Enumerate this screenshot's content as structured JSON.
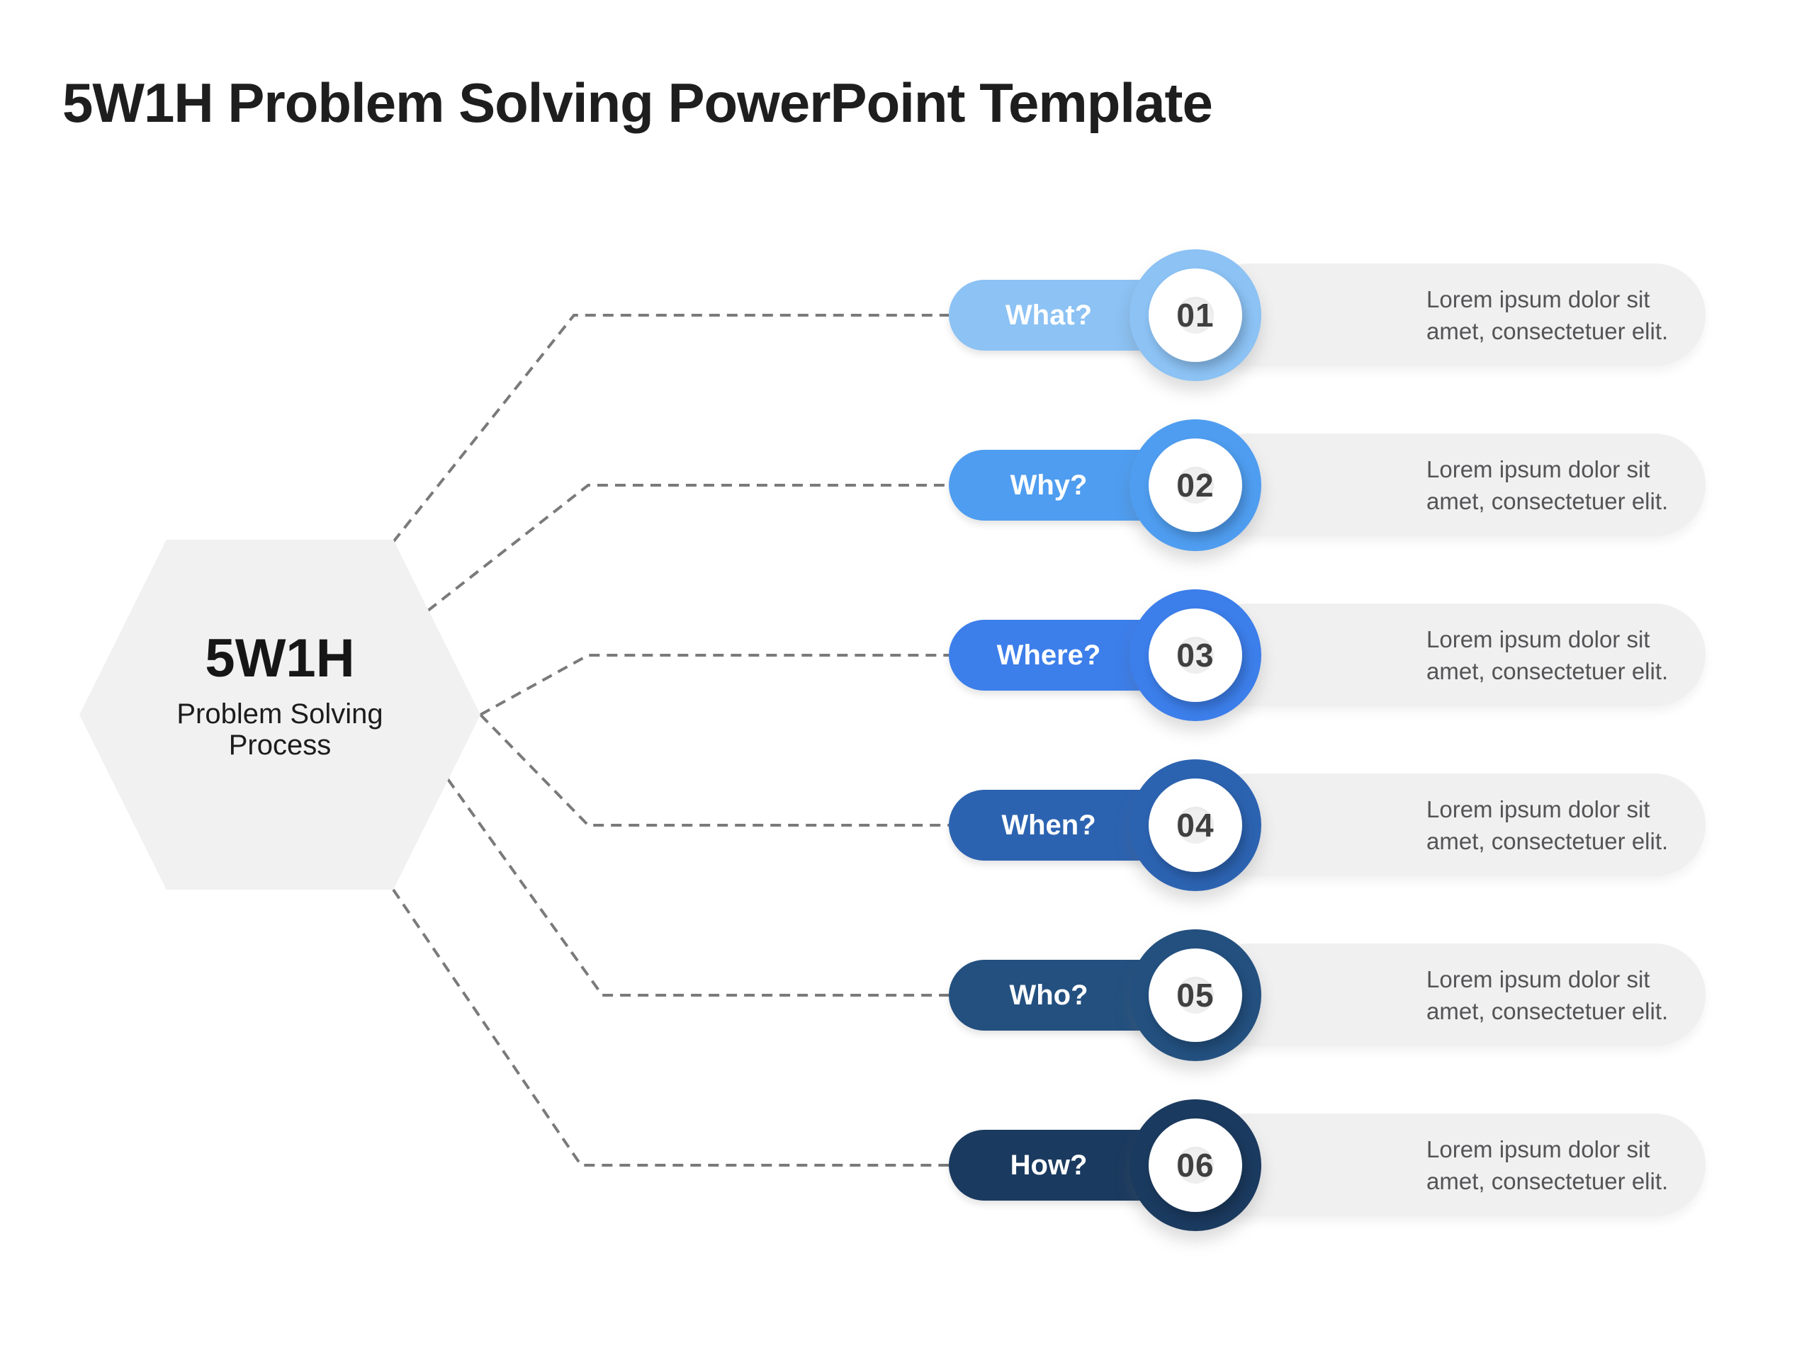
{
  "title": "5W1H Problem Solving PowerPoint Template",
  "hexagon": {
    "heading": "5W1H",
    "subtitle": "Problem Solving Process"
  },
  "rows": [
    {
      "label": "What?",
      "number": "01",
      "description": "Lorem ipsum dolor sit amet, consectetuer elit.",
      "color": "#8cc2f4"
    },
    {
      "label": "Why?",
      "number": "02",
      "description": "Lorem ipsum dolor sit amet, consectetuer elit.",
      "color": "#4f9df0"
    },
    {
      "label": "Where?",
      "number": "03",
      "description": "Lorem ipsum dolor sit amet, consectetuer elit.",
      "color": "#3c7eea"
    },
    {
      "label": "When?",
      "number": "04",
      "description": "Lorem ipsum dolor sit amet, consectetuer elit.",
      "color": "#2c63b1"
    },
    {
      "label": "Who?",
      "number": "05",
      "description": "Lorem ipsum dolor sit amet, consectetuer elit.",
      "color": "#23507f"
    },
    {
      "label": "How?",
      "number": "06",
      "description": "Lorem ipsum dolor sit amet, consectetuer elit.",
      "color": "#1b3a5f"
    }
  ],
  "colors": {
    "title_text": "#1e1e1e",
    "hexagon_fill": "#f1f1f2",
    "track_fill": "#f0f0f1",
    "description_text": "#545456",
    "number_text": "#3f3f3f",
    "connector": "#7a7a7a"
  }
}
